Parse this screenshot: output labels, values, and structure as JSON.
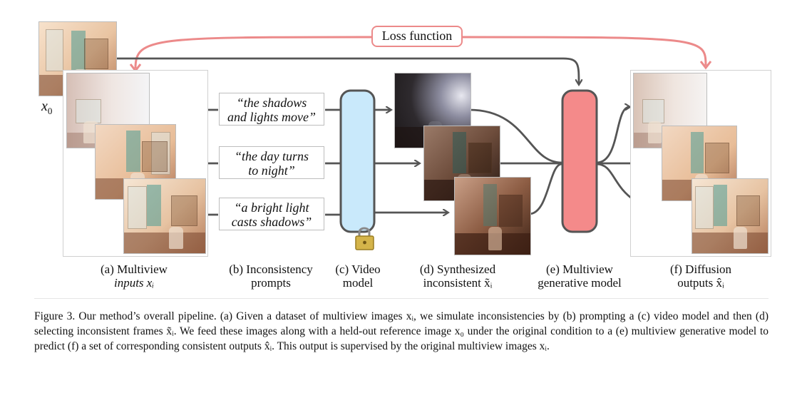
{
  "loss_label": "Loss function",
  "x0_label": "x",
  "x0_sub": "0",
  "prompts": [
    {
      "line1": "“the shadows",
      "line2": "and lights move”"
    },
    {
      "line1": "“the day turns",
      "line2": "to night”"
    },
    {
      "line1": "“a bright light",
      "line2": "casts shadows”"
    }
  ],
  "stages": [
    {
      "line1": "(a) Multiview",
      "line2": "inputs xᵢ"
    },
    {
      "line1": "(b) Inconsistency",
      "line2": "prompts"
    },
    {
      "line1": "(c) Video",
      "line2": "model"
    },
    {
      "line1": "(d) Synthesized",
      "line2": "inconsistent x̃ᵢ"
    },
    {
      "line1": "(e) Multiview",
      "line2": "generative model"
    },
    {
      "line1": "(f) Diffusion",
      "line2": "outputs x̂ᵢ"
    }
  ],
  "caption": "Figure 3. Our method’s overall pipeline. (a) Given a dataset of multiview images xᵢ, we simulate inconsistencies by (b) prompting a (c) video model and then (d) selecting inconsistent frames x̃ᵢ. We feed these images along with a held-out reference image x₀ under the original condition to a (e) multiview generative model to predict (f) a set of corresponding consistent outputs x̂ᵢ. This output is supervised by the original multiview images xᵢ.",
  "colors": {
    "video_model": "#c9e9fb",
    "generative_model": "#f48a8a",
    "loss_outline": "#ec8a8a",
    "arrow": "#555555"
  },
  "icons": {
    "video_model_lock": "lock-icon"
  }
}
